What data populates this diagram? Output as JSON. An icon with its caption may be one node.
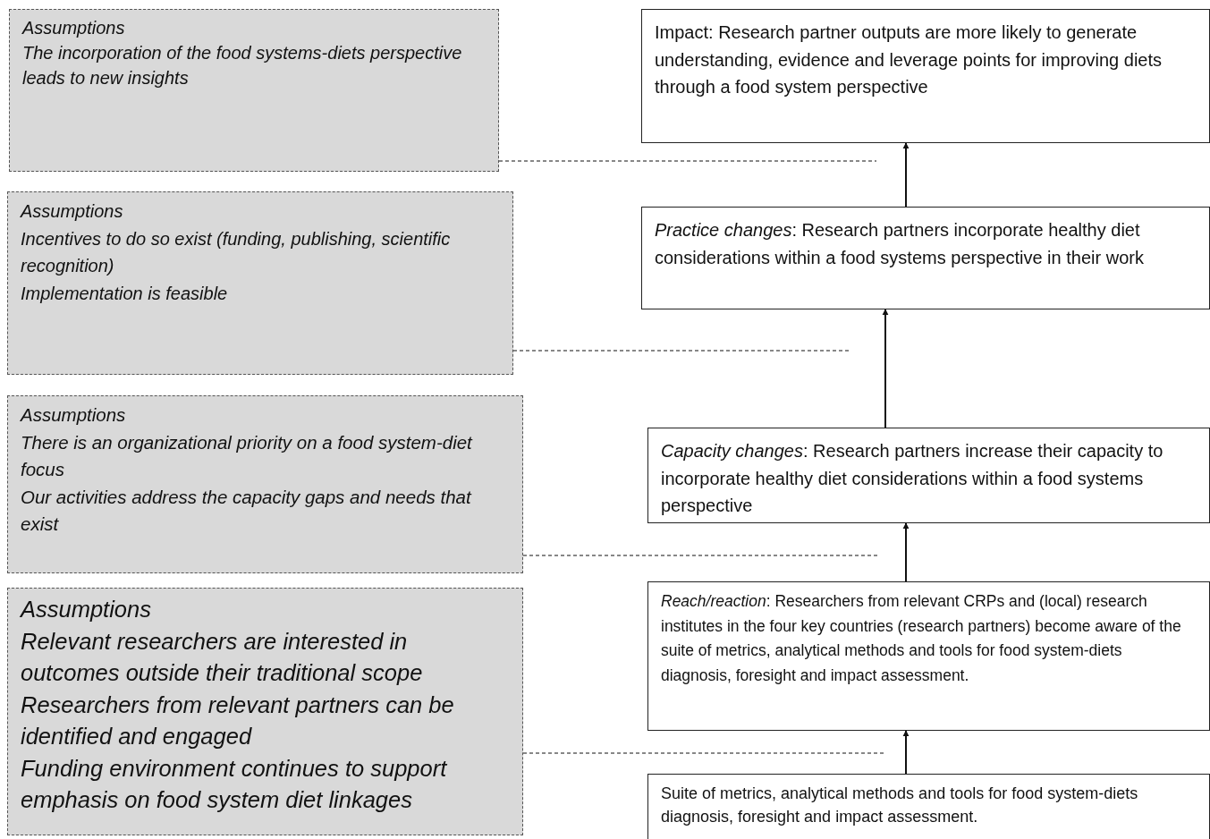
{
  "diagram": {
    "nodes": [
      {
        "text": [
          "Assumptions",
          "The incorporation of the food systems-diets perspective  leads to new insights"
        ]
      },
      {
        "text": [
          "Impact: Research partner outputs are more likely to generate understanding, evidence and leverage points for improving diets through a food system perspective"
        ]
      },
      {
        "text": [
          "Assumptions",
          "Incentives to do so exist (funding, publishing, scientific recognition)",
          "Implementation is feasible"
        ]
      },
      {
        "text": [
          "*Practice changes*: Research partners incorporate healthy diet considerations within a food systems perspective in their work"
        ]
      },
      {
        "text": [
          "Assumptions",
          "There is an organizational priority on a food system-diet focus",
          "Our activities address the capacity gaps and needs that exist"
        ]
      },
      {
        "text": [
          "*Capacity changes*: Research partners increase their capacity to incorporate healthy diet considerations within a food systems perspective"
        ]
      },
      {
        "text": [
          "Assumptions",
          "Relevant researchers are interested in outcomes outside their traditional scope",
          "Researchers from relevant partners can be identified and engaged",
          "Funding environment continues to support emphasis on food system  diet linkages"
        ]
      },
      {
        "text": [
          "*Reach/reaction*: Researchers from  relevant  CRPs and (local) research institutes in the four key countries (research partners) become aware of the suite of metrics, analytical methods and tools for food system-diets diagnosis, foresight and impact assessment."
        ]
      },
      {
        "text": [
          "Suite of metrics, analytical methods and tools for food system-diets diagnosis, foresight and impact assessment."
        ]
      }
    ],
    "edges": [
      {
        "from": 8,
        "to": 7,
        "arrow": "to"
      },
      {
        "from": 7,
        "to": 5,
        "arrow": "to"
      },
      {
        "from": 5,
        "to": 3,
        "arrow": "to"
      },
      {
        "from": 3,
        "to": 1,
        "arrow": "to"
      },
      {
        "from": 0,
        "to": null,
        "arrow": "none",
        "style": "dashed"
      },
      {
        "from": 2,
        "to": null,
        "arrow": "none",
        "style": "dashed"
      },
      {
        "from": 4,
        "to": null,
        "arrow": "none",
        "style": "dashed"
      },
      {
        "from": 6,
        "to": null,
        "arrow": "none",
        "style": "dashed"
      }
    ]
  }
}
